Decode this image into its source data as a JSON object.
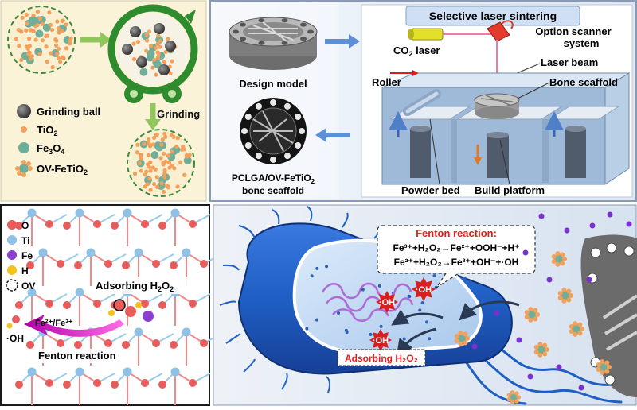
{
  "panel_a": {
    "arrow_label": "Grinding",
    "legend": [
      {
        "label": "Grinding ball",
        "sub": "",
        "tail": ""
      },
      {
        "label": "TiO",
        "sub": "2",
        "tail": ""
      },
      {
        "label": "Fe",
        "sub": "3",
        "tail": "O",
        "sub2": "4"
      },
      {
        "label": "OV-FeTiO",
        "sub": "2",
        "tail": ""
      }
    ],
    "colors": {
      "bg": "#fbf3d8",
      "ring": "#2e8b2e",
      "ball": "#4a4a4a",
      "tio2": "#f2a05a",
      "fe3o4": "#6fae98"
    }
  },
  "panel_b": {
    "design_model": "Design model",
    "scaffold_line1": "PCLGA/OV-FeTiO",
    "scaffold_sub": "2",
    "scaffold_line2": "bone scaffold",
    "sls_title": "Selective laser sintering",
    "co2_a": "CO",
    "co2_sub": "2",
    "co2_b": " laser",
    "scanner_1": "Option scanner",
    "scanner_2": "system",
    "laser_beam": "Laser beam",
    "roller": "Roller",
    "bone_scaffold": "Bone scaffold",
    "powder_bed": "Powder bed",
    "build_platform": "Build platform"
  },
  "panel_c": {
    "legend": [
      "O",
      "Ti",
      "Fe",
      "H",
      "OV"
    ],
    "adsorbing_a": "Adsorbing H",
    "adsorbing_s1": "2",
    "adsorbing_b": "O",
    "adsorbing_s2": "2",
    "fe_label": "Fe²⁺/Fe³⁺",
    "oh_label": "·OH",
    "fenton": "Fenton reaction",
    "colors": {
      "o": "#e85c5c",
      "ti": "#8ec1e6",
      "fe": "#8a3fd1",
      "h": "#f4c21b"
    }
  },
  "panel_d": {
    "fenton_title": "Fenton reaction:",
    "eq1": "Fe³⁺+H₂O₂→Fe²⁺+OOH⁻+H⁺",
    "eq2": "Fe²⁺+H₂O₂→Fe³⁺+OH⁻+·OH",
    "oh_burst": "·OH",
    "adsorbing": "Adsorbing H₂O₂",
    "colors": {
      "bacteria": "#1f5fc4",
      "burst": "#d81f1f",
      "text_red": "#e02020"
    }
  }
}
